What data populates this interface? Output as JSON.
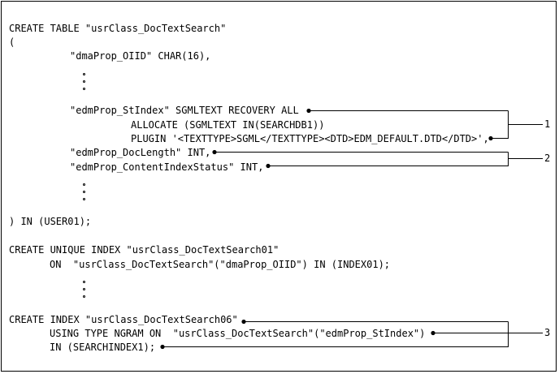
{
  "code": {
    "l1": "CREATE TABLE \"usrClass_DocTextSearch\"",
    "l2": "(",
    "l3": "\"dmaProp_OIID\" CHAR(16),",
    "l4": "\"edmProp_StIndex\" SGMLTEXT RECOVERY ALL",
    "l5": "ALLOCATE (SGMLTEXT IN(SEARCHDB1))",
    "l6": "PLUGIN '<TEXTTYPE>SGML</TEXTTYPE><DTD>EDM_DEFAULT.DTD</DTD>',",
    "l7": "\"edmProp_DocLength\" INT,",
    "l8": "\"edmProp_ContentIndexStatus\" INT,",
    "l9": ") IN (USER01);",
    "l10": "CREATE UNIQUE INDEX \"usrClass_DocTextSearch01\"",
    "l11": "ON  \"usrClass_DocTextSearch\"(\"dmaProp_OIID\") IN (INDEX01);",
    "l12": "CREATE INDEX \"usrClass_DocTextSearch06\"",
    "l13": "USING TYPE NGRAM ON  \"usrClass_DocTextSearch\"(\"edmProp_StIndex\")",
    "l14": "IN (SEARCHINDEX1);"
  },
  "callouts": [
    "1",
    "2",
    "3"
  ]
}
